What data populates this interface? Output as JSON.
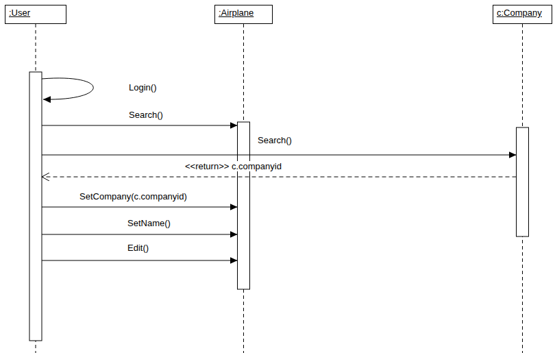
{
  "diagram": {
    "nodes": [
      {
        "text": [
          ":User"
        ]
      },
      {
        "text": [
          ":Airplane"
        ]
      },
      {
        "text": [
          "c:Company"
        ]
      }
    ],
    "edges": [
      {
        "from": 0,
        "to": 0,
        "label": "Login()",
        "arrow": "to"
      },
      {
        "from": 0,
        "to": 1,
        "label": "Search()",
        "arrow": "to"
      },
      {
        "from": 0,
        "to": 2,
        "label": "Search()",
        "arrow": "to"
      },
      {
        "from": 2,
        "to": 0,
        "label": "<<return>> c.companyid",
        "arrow": "to"
      },
      {
        "from": 0,
        "to": 1,
        "label": "SetCompany(c.companyid)",
        "arrow": "to"
      },
      {
        "from": 0,
        "to": 1,
        "label": "SetName()",
        "arrow": "to"
      },
      {
        "from": 0,
        "to": 1,
        "label": "Edit()",
        "arrow": "to"
      }
    ]
  }
}
